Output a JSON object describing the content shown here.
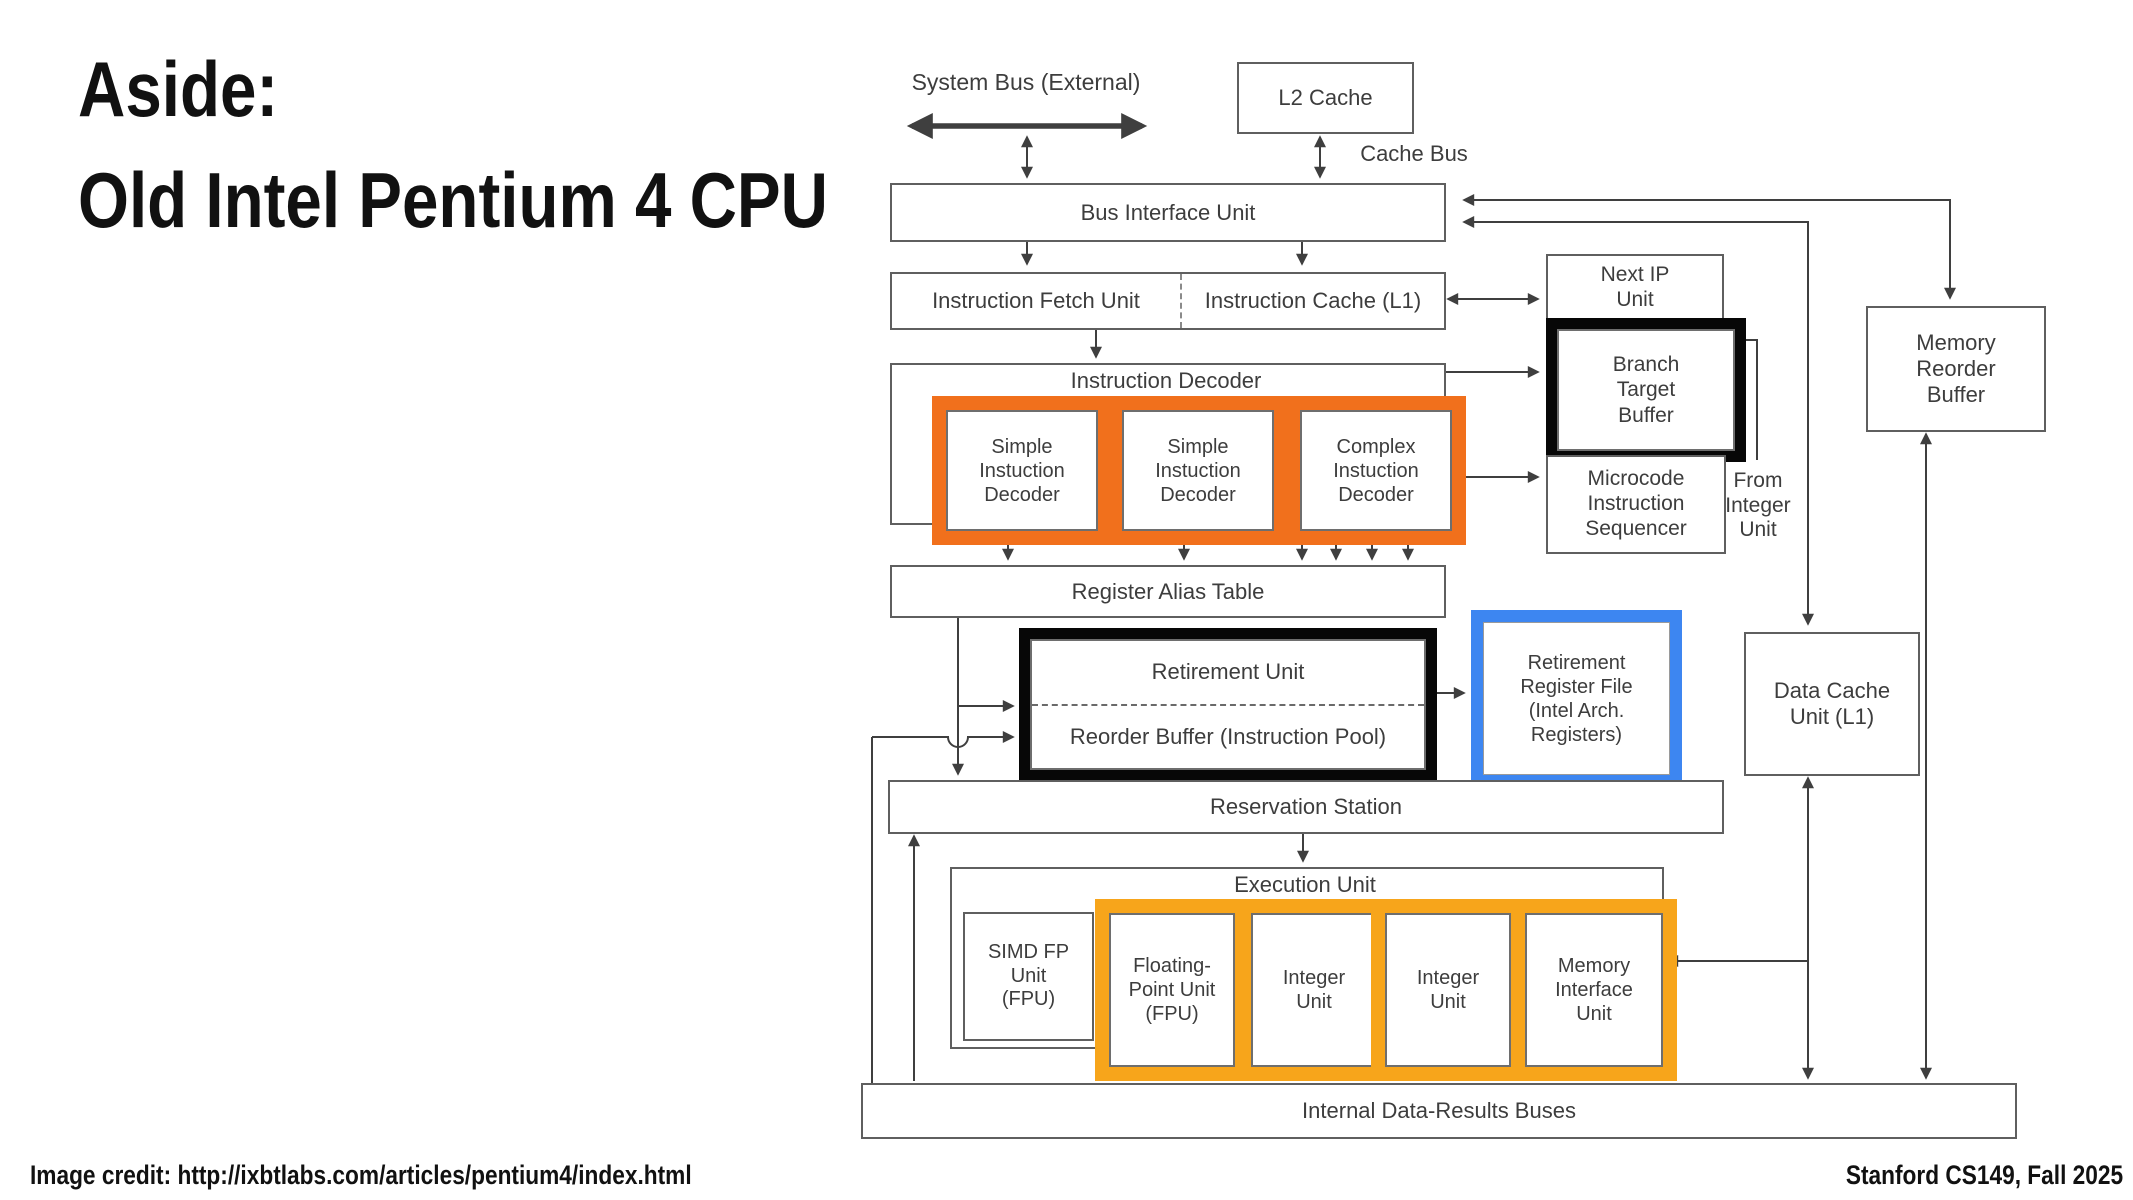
{
  "slide": {
    "title": "Aside:\nOld Intel Pentium 4 CPU",
    "credit": "Image credit: http://ixbtlabs.com/articles/pentium4/index.html",
    "course_footer": "Stanford CS149, Fall 2025"
  },
  "colors": {
    "orange": "#f1701c",
    "amber": "#f7a51b",
    "blue": "#3d86f1",
    "frame": "#070707",
    "line": "#3f3f3f",
    "border": "#5f5f5f",
    "text": "#3d3d3d"
  },
  "diagram": {
    "labels": {
      "system_bus": "System Bus (External)",
      "l2_cache": "L2 Cache",
      "cache_bus": "Cache Bus",
      "bus_interface_unit": "Bus Interface Unit",
      "instruction_fetch_unit": "Instruction Fetch Unit",
      "instruction_cache": "Instruction Cache (L1)",
      "next_ip_unit": "Next IP\nUnit",
      "branch_target_buffer": "Branch\nTarget\nBuffer",
      "instruction_decoder": "Instruction Decoder",
      "simple_decoder_1": "Simple\nInstuction\nDecoder",
      "simple_decoder_2": "Simple\nInstuction\nDecoder",
      "complex_decoder": "Complex\nInstuction\nDecoder",
      "microcode_sequencer": "Microcode\nInstruction\nSequencer",
      "from_integer_unit": "From\nInteger\nUnit",
      "memory_reorder_buffer": "Memory\nReorder\nBuffer",
      "register_alias_table": "Register Alias Table",
      "retirement_unit": "Retirement Unit",
      "reorder_buffer": "Reorder Buffer (Instruction Pool)",
      "retirement_register_file": "Retirement\nRegister File\n(Intel Arch.\nRegisters)",
      "data_cache": "Data Cache\nUnit (L1)",
      "reservation_station": "Reservation Station",
      "execution_unit": "Execution Unit",
      "simd_fp_unit": "SIMD FP\nUnit\n(FPU)",
      "fp_unit": "Floating-\nPoint Unit\n(FPU)",
      "integer_unit_1": "Integer\nUnit",
      "integer_unit_2": "Integer\nUnit",
      "memory_interface_unit": "Memory\nInterface\nUnit",
      "internal_buses": "Internal Data-Results Buses"
    }
  }
}
